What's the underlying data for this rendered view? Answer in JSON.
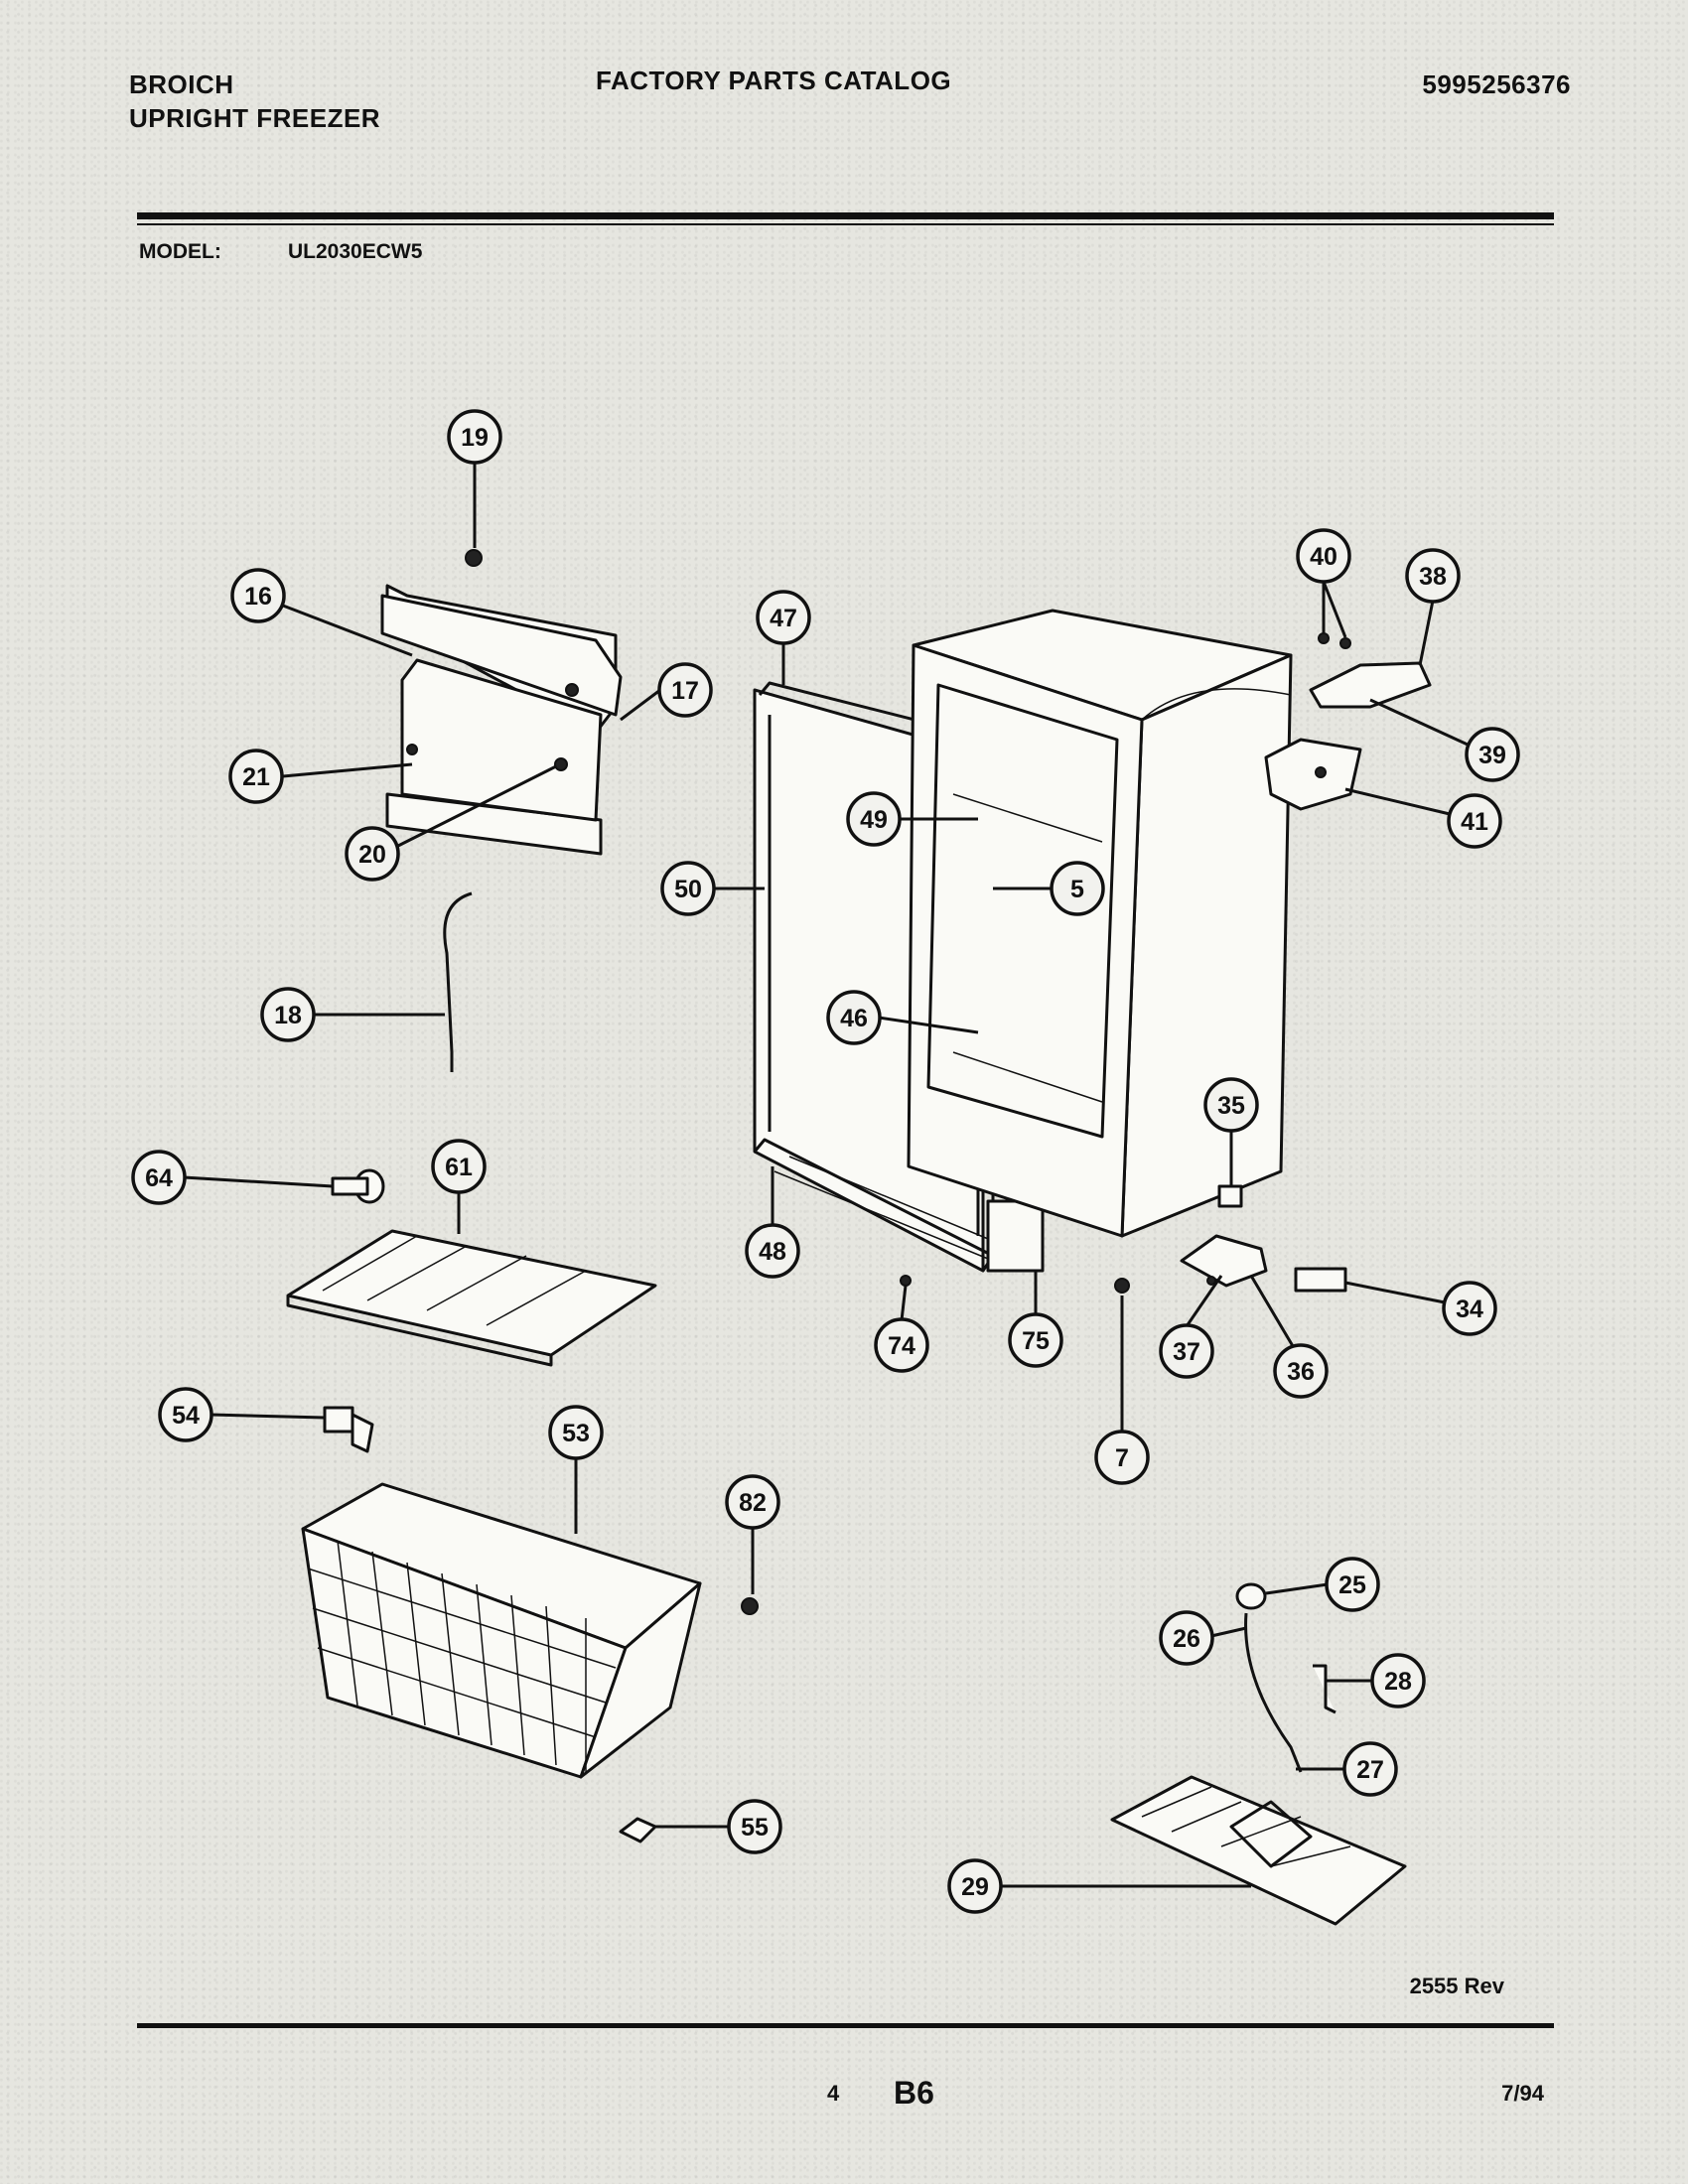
{
  "header": {
    "brand": "BROICH",
    "product": "UPRIGHT FREEZER",
    "catalog_title": "FACTORY PARTS CATALOG",
    "part_number": "5995256376"
  },
  "model": {
    "label": "MODEL:",
    "value": "UL2030ECW5"
  },
  "footer": {
    "revision": "2555 Rev",
    "page_number": "4",
    "section_code": "B6",
    "date": "7/94"
  },
  "callouts": [
    "19",
    "16",
    "17",
    "21",
    "20",
    "18",
    "64",
    "61",
    "54",
    "53",
    "82",
    "55",
    "47",
    "50",
    "49",
    "5",
    "46",
    "48",
    "74",
    "75",
    "40",
    "38",
    "39",
    "41",
    "35",
    "34",
    "37",
    "36",
    "7",
    "25",
    "26",
    "28",
    "27",
    "29"
  ]
}
